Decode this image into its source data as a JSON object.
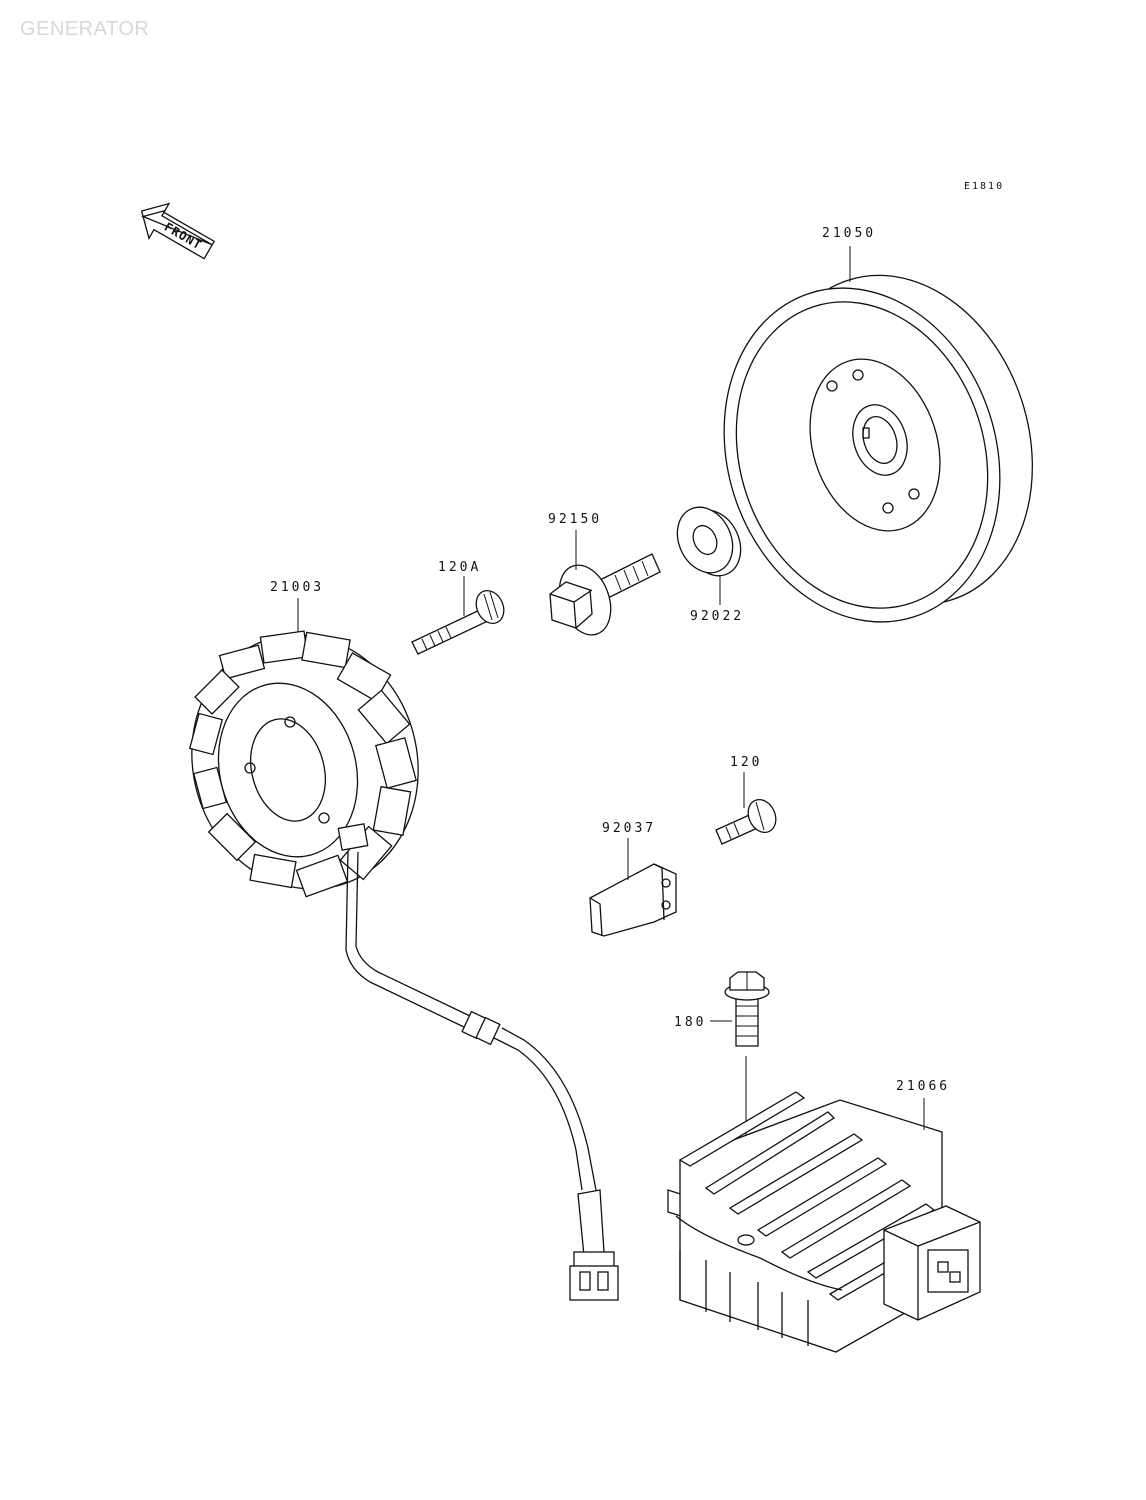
{
  "page": {
    "title": "GENERATOR",
    "diagram_code": "E1810",
    "front_label": "FRONT"
  },
  "parts": {
    "flywheel": "21050",
    "washer": "92022",
    "flange_bolt": "92150",
    "socket_bolt_a": "120A",
    "stator": "21003",
    "bolt_120": "120",
    "wire_clamp": "92037",
    "flange_bolt_180": "180",
    "regulator": "21066"
  }
}
